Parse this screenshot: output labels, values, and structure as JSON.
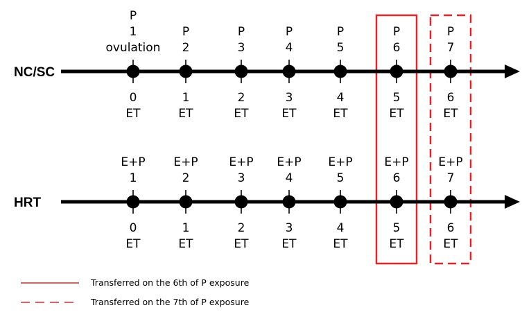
{
  "colors": {
    "highlight": "#e0262b",
    "line": "#000000"
  },
  "rows": [
    {
      "label": "NC/SC",
      "points": [
        {
          "top": [
            "P",
            "1",
            "ovulation"
          ],
          "bottom": [
            "0",
            "ET"
          ]
        },
        {
          "top": [
            "P",
            "2"
          ],
          "bottom": [
            "1",
            "ET"
          ]
        },
        {
          "top": [
            "P",
            "3"
          ],
          "bottom": [
            "2",
            "ET"
          ]
        },
        {
          "top": [
            "P",
            "4"
          ],
          "bottom": [
            "3",
            "ET"
          ]
        },
        {
          "top": [
            "P",
            "5"
          ],
          "bottom": [
            "4",
            "ET"
          ]
        },
        {
          "top": [
            "P",
            "6"
          ],
          "bottom": [
            "5",
            "ET"
          ]
        },
        {
          "top": [
            "P",
            "7"
          ],
          "bottom": [
            "6",
            "ET"
          ]
        }
      ]
    },
    {
      "label": "HRT",
      "points": [
        {
          "top": [
            "E+P",
            "1"
          ],
          "bottom": [
            "0",
            "ET"
          ]
        },
        {
          "top": [
            "E+P",
            "2"
          ],
          "bottom": [
            "1",
            "ET"
          ]
        },
        {
          "top": [
            "E+P",
            "3"
          ],
          "bottom": [
            "2",
            "ET"
          ]
        },
        {
          "top": [
            "E+P",
            "4"
          ],
          "bottom": [
            "3",
            "ET"
          ]
        },
        {
          "top": [
            "E+P",
            "5"
          ],
          "bottom": [
            "4",
            "ET"
          ]
        },
        {
          "top": [
            "E+P",
            "6"
          ],
          "bottom": [
            "5",
            "ET"
          ]
        },
        {
          "top": [
            "E+P",
            "7"
          ],
          "bottom": [
            "6",
            "ET"
          ]
        }
      ]
    }
  ],
  "highlights": [
    {
      "point_index": 5,
      "style": "solid"
    },
    {
      "point_index": 6,
      "style": "dashed"
    }
  ],
  "legend": [
    {
      "style": "solid",
      "text": "Transferred on the 6th of P exposure"
    },
    {
      "style": "dashed",
      "text": "Transferred on the 7th of P exposure"
    }
  ]
}
